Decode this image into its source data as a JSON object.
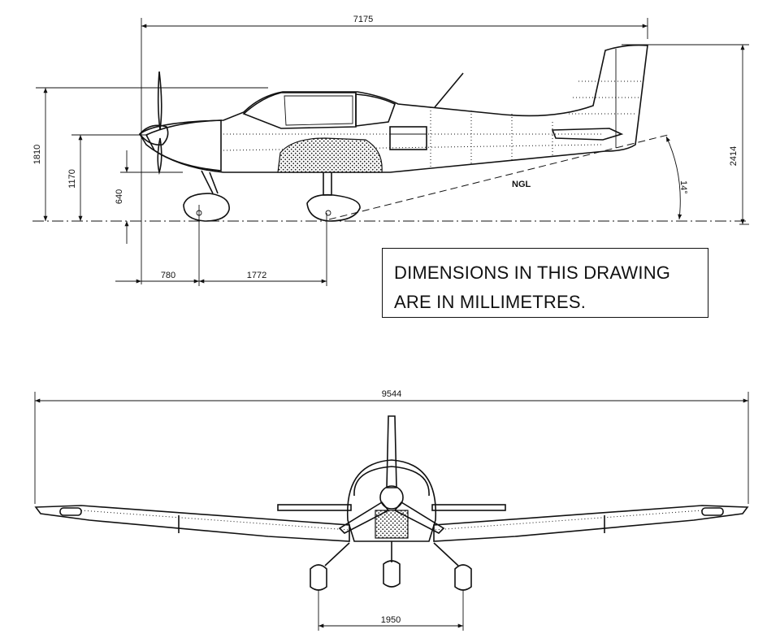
{
  "side_view": {
    "dimensions": {
      "overall_length": "7175",
      "height_propeller": "1810",
      "height_spinner": "1170",
      "height_small": "640",
      "height_tail": "2414",
      "nose_to_main": "780",
      "wheelbase": "1772"
    },
    "ngl_label": "NGL",
    "angle_label": "14°"
  },
  "note": {
    "line1": "DIMENSIONS IN THIS DRAWING",
    "line2": "ARE IN MILLIMETRES."
  },
  "front_view": {
    "dimensions": {
      "wingspan": "9544",
      "track": "1950"
    }
  }
}
